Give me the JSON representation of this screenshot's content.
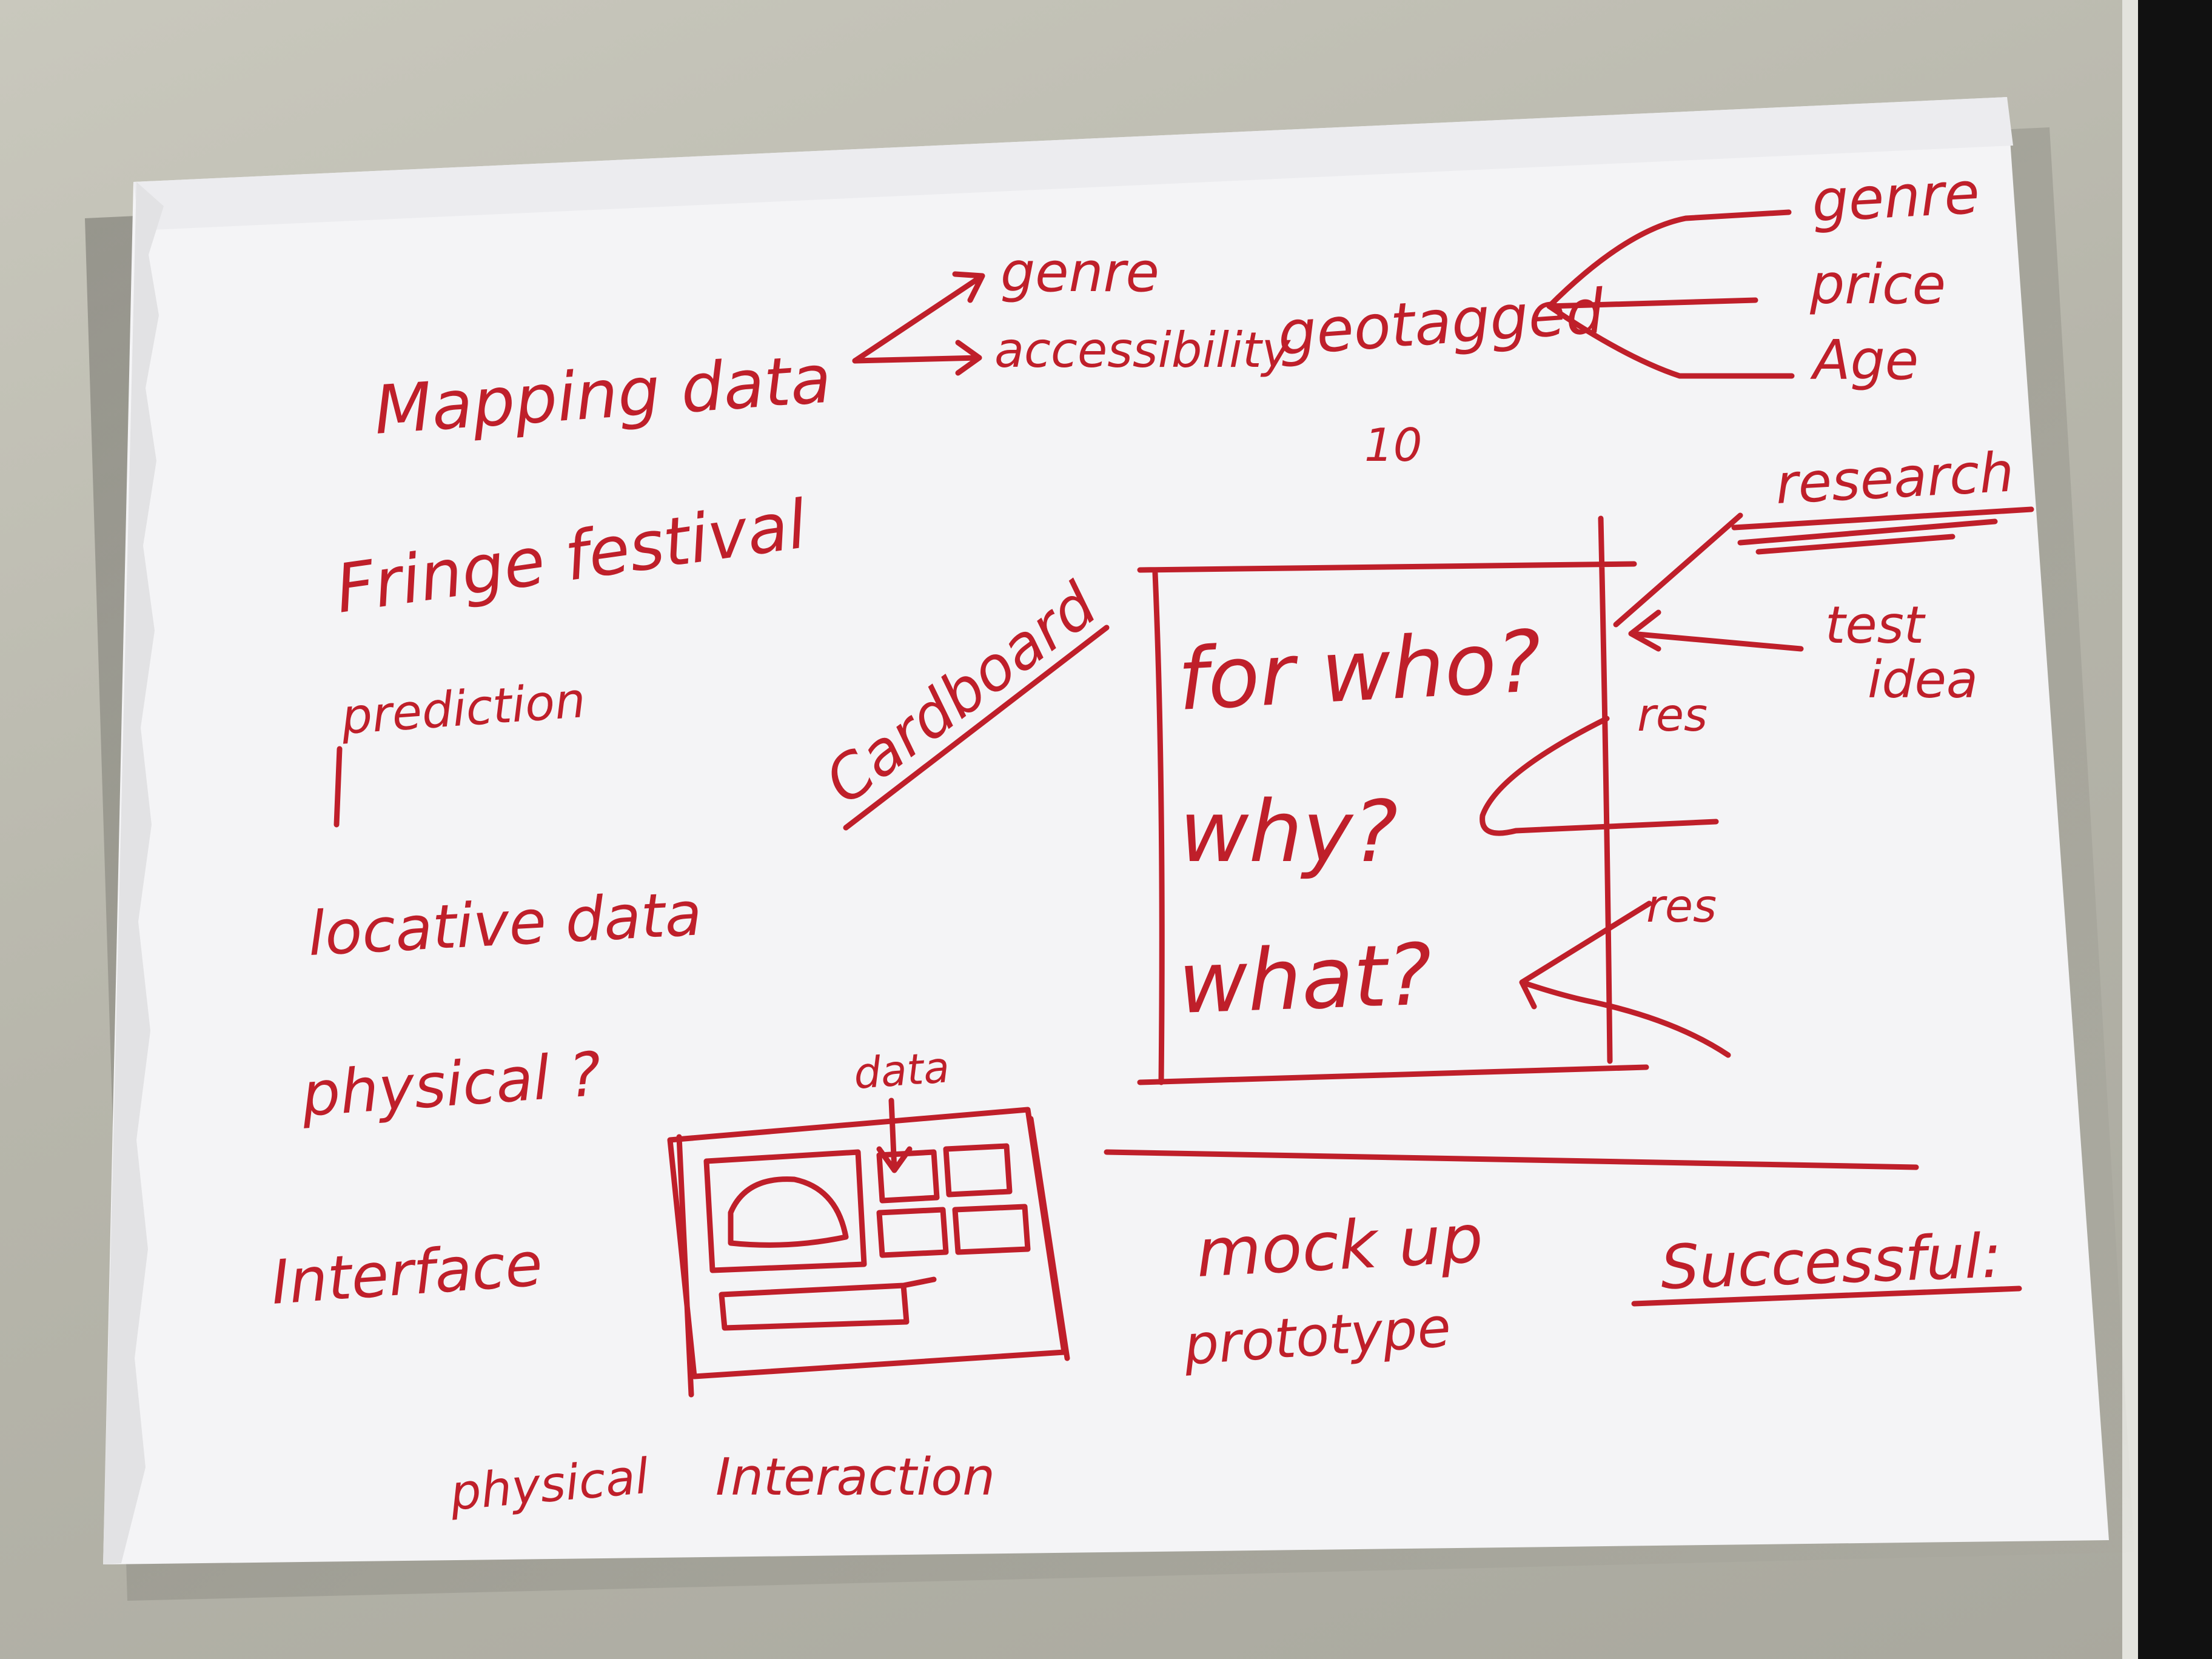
{
  "photo": {
    "subject": "handwritten-sketch-on-paper",
    "ink_color": "#bf1f2a",
    "paper_color": "#f4f4f6",
    "background_color": "#c2c1b6"
  },
  "notes": {
    "mapping_data": "Mapping data",
    "genre_1": "genre",
    "accessibility": "accessibility",
    "geotagged": "geotagged",
    "number_10": "10",
    "genre_2": "genre",
    "price": "price",
    "age": "Age",
    "fringe_festival": "Fringe festival",
    "prediction": "prediction",
    "locative_data": "locative data",
    "physical_q": "physical ?",
    "interface": "Interface",
    "physical": "physical",
    "interaction": "Interaction",
    "cardboard": "Cardboard",
    "research": "research",
    "test": "test",
    "idea": "idea",
    "for_who": "for who?",
    "why": "why?",
    "what": "what?",
    "res_1": "res",
    "res_2": "res",
    "data_label": "data",
    "mock_up": "mock up",
    "prototype": "prototype",
    "successful": "Successful:"
  }
}
